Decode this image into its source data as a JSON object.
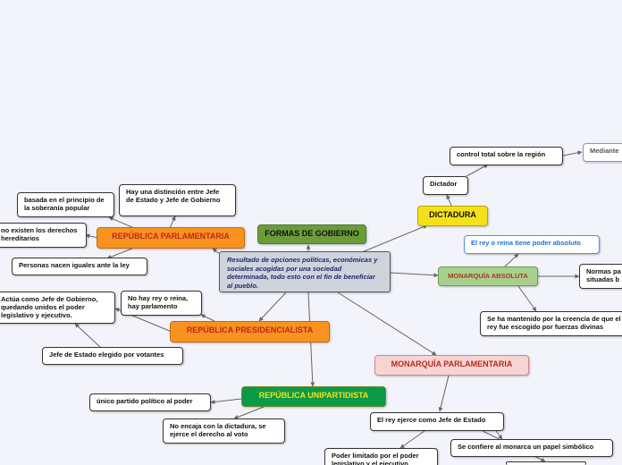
{
  "center": "Resultado de opciones políticas, económicas y sociales acogidas por una sociedad determinada, todo esto con el fin de beneficiar al pueblo.",
  "title": "FORMAS DE GOBIERNO",
  "parlamentaria": {
    "label": "REPÚBLICA PARLAMENTARIA",
    "children": [
      "basada en el principio de la soberanía popular",
      "Hay una distinción entre Jefe de Estado y Jefe de Gobierno",
      "no existen los derechos hereditarios",
      "Personas nacen iguales ante la ley"
    ]
  },
  "presidencialista": {
    "label": "REPÚBLICA PRESIDENCIALISTA",
    "children": [
      "Actúa como Jefe de Gobierno, quedando unidos el poder legislativo y ejecutivo.",
      "No hay rey o reina, hay parlamento",
      "Jefe de Estado elegido por votantes"
    ]
  },
  "unipartidista": {
    "label": "REPÚBLICA UNIPARTIDISTA",
    "children": [
      "único partido político al poder",
      "No encaja con la dictadura, se ejerce el derecho al voto"
    ]
  },
  "dictadura": {
    "label": "DICTADURA",
    "children": [
      "Dictador",
      "control total sobre la región",
      "Mediante"
    ]
  },
  "absoluta": {
    "label": "MONARQUÍA ABSOLUTA",
    "children": [
      "El rey o reina tiene poder absoluto",
      "Normas pa situadas b",
      "Se ha mantenido por la creencia de que el rey fue escogido por fuerzas divinas"
    ]
  },
  "mparlamentaria": {
    "label": "MONARQUÍA PARLAMENTARIA",
    "children": [
      "El rey ejerce como Jefe de Estado",
      "Se confiere al monarca un papel simbólico",
      "Poder limitado por el poder legislativo y el ejecutivo"
    ]
  },
  "colors": {
    "orange": "#f7931e",
    "green_dark": "#0b9a45",
    "olive": "#6a9d3a",
    "yellow": "#f5e11a",
    "light_green": "#a8d08d",
    "pink": "#f7d4d4"
  }
}
